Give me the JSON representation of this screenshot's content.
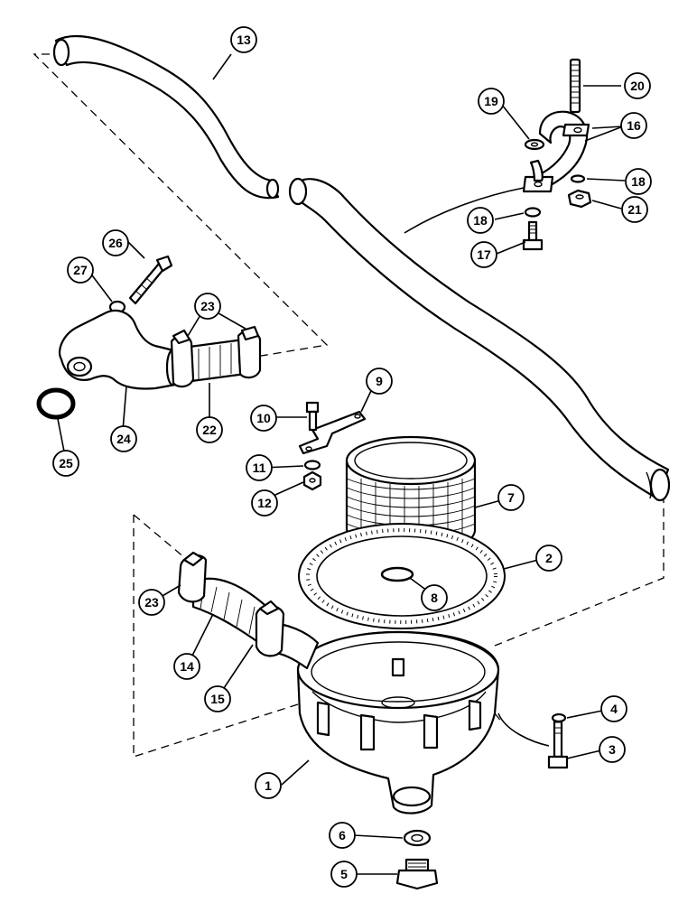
{
  "callouts": [
    {
      "id": "c1",
      "label": "1"
    },
    {
      "id": "c2",
      "label": "2"
    },
    {
      "id": "c3",
      "label": "3"
    },
    {
      "id": "c4",
      "label": "4"
    },
    {
      "id": "c5",
      "label": "5"
    },
    {
      "id": "c6",
      "label": "6"
    },
    {
      "id": "c7",
      "label": "7"
    },
    {
      "id": "c8",
      "label": "8"
    },
    {
      "id": "c9",
      "label": "9"
    },
    {
      "id": "c10",
      "label": "10"
    },
    {
      "id": "c11",
      "label": "11"
    },
    {
      "id": "c12",
      "label": "12"
    },
    {
      "id": "c13",
      "label": "13"
    },
    {
      "id": "c14",
      "label": "14"
    },
    {
      "id": "c15",
      "label": "15"
    },
    {
      "id": "c16",
      "label": "16"
    },
    {
      "id": "c17",
      "label": "17"
    },
    {
      "id": "c18a",
      "label": "18"
    },
    {
      "id": "c18b",
      "label": "18"
    },
    {
      "id": "c19",
      "label": "19"
    },
    {
      "id": "c20",
      "label": "20"
    },
    {
      "id": "c21",
      "label": "21"
    },
    {
      "id": "c22",
      "label": "22"
    },
    {
      "id": "c23a",
      "label": "23"
    },
    {
      "id": "c23b",
      "label": "23"
    },
    {
      "id": "c24",
      "label": "24"
    },
    {
      "id": "c25",
      "label": "25"
    },
    {
      "id": "c26",
      "label": "26"
    },
    {
      "id": "c27",
      "label": "27"
    }
  ]
}
